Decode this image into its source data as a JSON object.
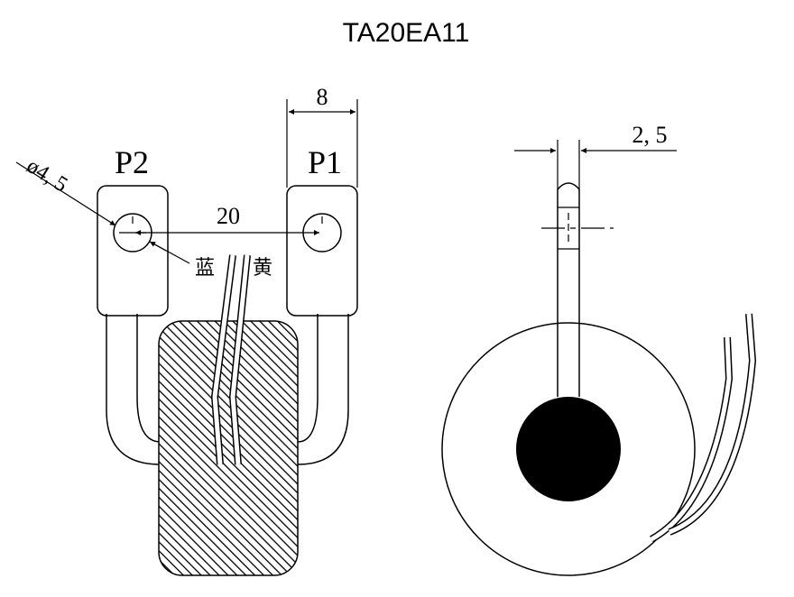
{
  "title": "TA20EA11",
  "front_view": {
    "terminal_left_label": "P2",
    "terminal_right_label": "P1",
    "hole_diameter_label": "ø4, 5",
    "terminal_width_label": "8",
    "terminal_spacing_label": "20",
    "wire_blue_label": "蓝",
    "wire_yellow_label": "黄"
  },
  "side_view": {
    "thickness_label": "2, 5"
  },
  "colors": {
    "line": "#000000",
    "background": "#ffffff",
    "core_fill": "#000000"
  }
}
